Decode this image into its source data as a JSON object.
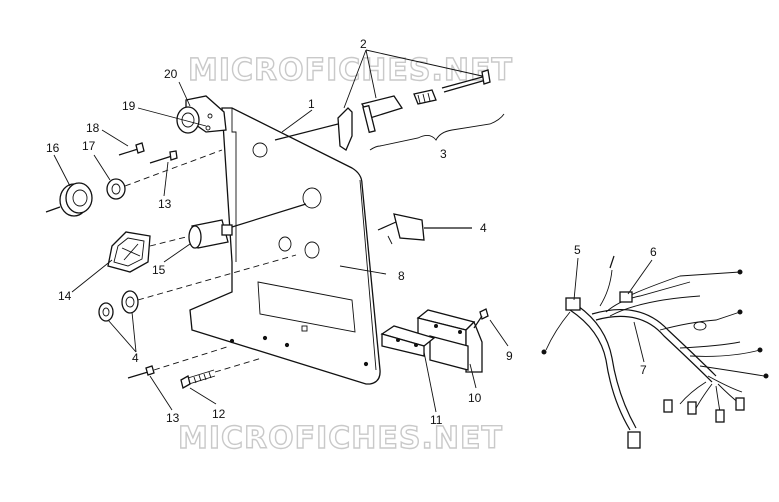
{
  "watermark": {
    "top": "MICROFICHES.NET",
    "bottom": "MICROFICHES.NET"
  },
  "callouts": {
    "c1": "1",
    "c2": "2",
    "c3": "3",
    "c4a": "4",
    "c4b": "4",
    "c5": "5",
    "c6": "6",
    "c7": "7",
    "c8": "8",
    "c9": "9",
    "c10": "10",
    "c11": "11",
    "c12": "12",
    "c13a": "13",
    "c13b": "13",
    "c14": "14",
    "c15": "15",
    "c16": "16",
    "c17": "17",
    "c18": "18",
    "c19": "19",
    "c20": "20"
  },
  "colors": {
    "line": "#111111",
    "watermark": "#c9c9c9",
    "background": "#ffffff"
  }
}
